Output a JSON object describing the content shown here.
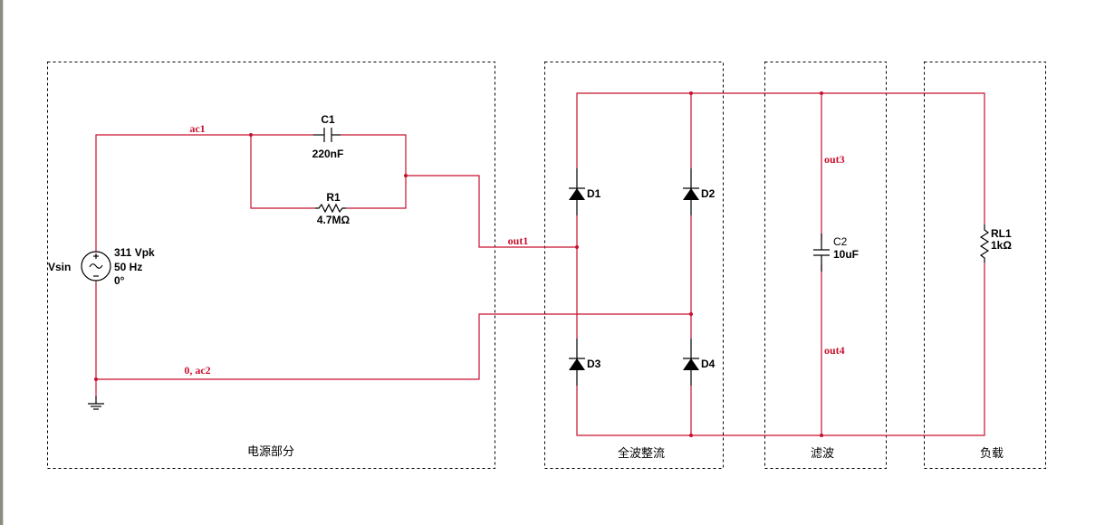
{
  "sections": {
    "power": "电源部分",
    "rectifier": "全波整流",
    "filter": "滤波",
    "load": "负载"
  },
  "nets": {
    "ac1": "ac1",
    "out1": "out1",
    "out3": "out3",
    "out4": "out4",
    "ground_ac2": "0, ac2"
  },
  "components": {
    "source": {
      "ref": "Vsin",
      "amplitude": "311 Vpk",
      "frequency": "50 Hz",
      "phase": "0°"
    },
    "c1": {
      "ref": "C1",
      "value": "220nF"
    },
    "r1": {
      "ref": "R1",
      "value": "4.7MΩ"
    },
    "d1": {
      "ref": "D1"
    },
    "d2": {
      "ref": "D2"
    },
    "d3": {
      "ref": "D3"
    },
    "d4": {
      "ref": "D4"
    },
    "c2": {
      "ref": "C2",
      "value": "10uF"
    },
    "rl1": {
      "ref": "RL1",
      "value": "1kΩ"
    }
  },
  "colors": {
    "wire": "#c8102e",
    "component": "#000000",
    "background": "#ffffff"
  }
}
